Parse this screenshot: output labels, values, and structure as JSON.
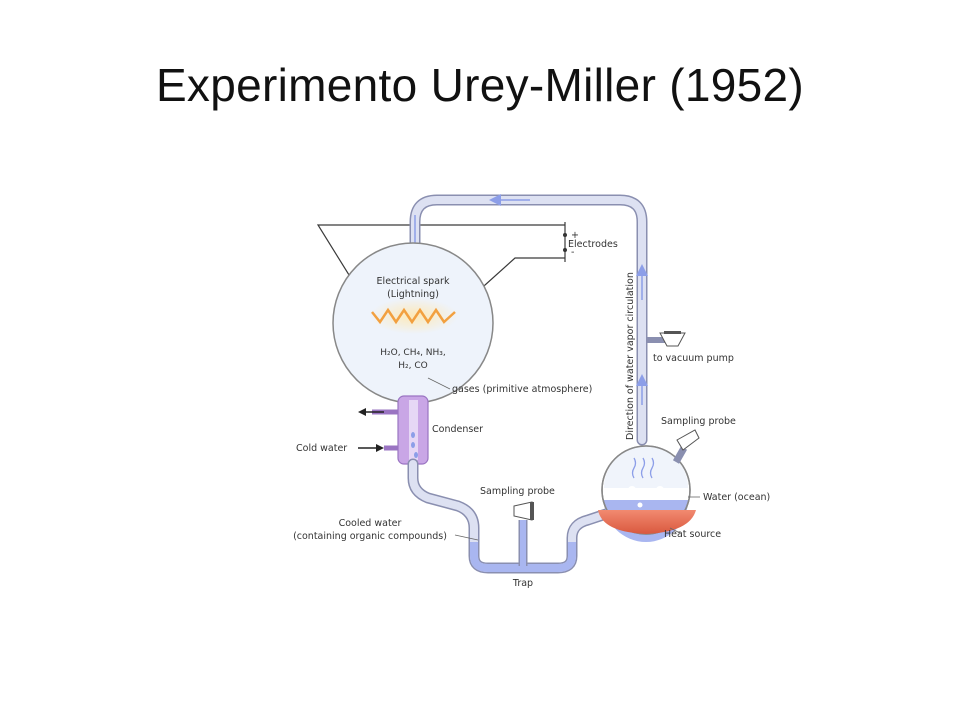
{
  "slide": {
    "title": "Experimento Urey-Miller (1952)"
  },
  "diagram": {
    "labels": {
      "electrodes": "Electrodes",
      "plus": "+",
      "minus": "-",
      "spark_line1": "Electrical spark",
      "spark_line2": "(Lightning)",
      "gases_line1": "H₂O, CH₄, NH₃,",
      "gases_line2": "H₂, CO",
      "gases_note": "gases (primitive atmosphere)",
      "condenser": "Condenser",
      "cold_water": "Cold water",
      "cooled_water_line1": "Cooled water",
      "cooled_water_line2": "(containing organic compounds)",
      "sampling_probe_1": "Sampling probe",
      "sampling_probe_2": "Sampling probe",
      "trap": "Trap",
      "vacuum_pump": "to vacuum pump",
      "circulation": "Direction of water vapor circulation",
      "water_ocean": "Water (ocean)",
      "heat_source": "Heat source"
    },
    "colors": {
      "tube": "#c8cde8",
      "tube_outline": "#8a8fb0",
      "flow_arrow": "#8c9ee8",
      "spark": "#f2a040",
      "spark_glow": "#fde9b8",
      "condenser": "#b48ad6",
      "water": "#a9b6f0",
      "heat": "#e8705a",
      "flask_fill": "#eef3fb"
    }
  }
}
